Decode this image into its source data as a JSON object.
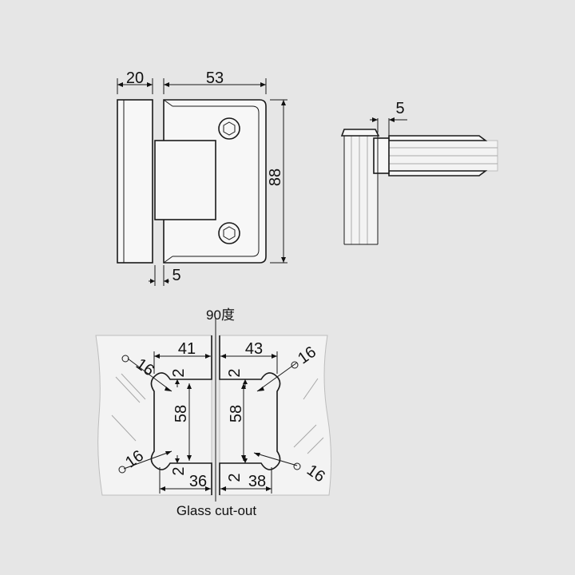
{
  "top_view": {
    "dim_width_left": "20",
    "dim_width_right": "53",
    "dim_height": "88",
    "dim_gap": "5"
  },
  "side_view": {
    "dim_offset": "5"
  },
  "cutout": {
    "angle_label": "90度",
    "caption": "Glass cut-out",
    "top_left_width": "41",
    "top_right_width": "43",
    "bottom_left_width": "36",
    "bottom_right_width": "38",
    "notch_tl": "2",
    "notch_tr": "2",
    "notch_bl": "2",
    "notch_br": "2",
    "height_left": "58",
    "height_right": "58",
    "radius_tl": "16",
    "radius_tr": "16",
    "radius_bl": "16",
    "radius_br": "16"
  }
}
